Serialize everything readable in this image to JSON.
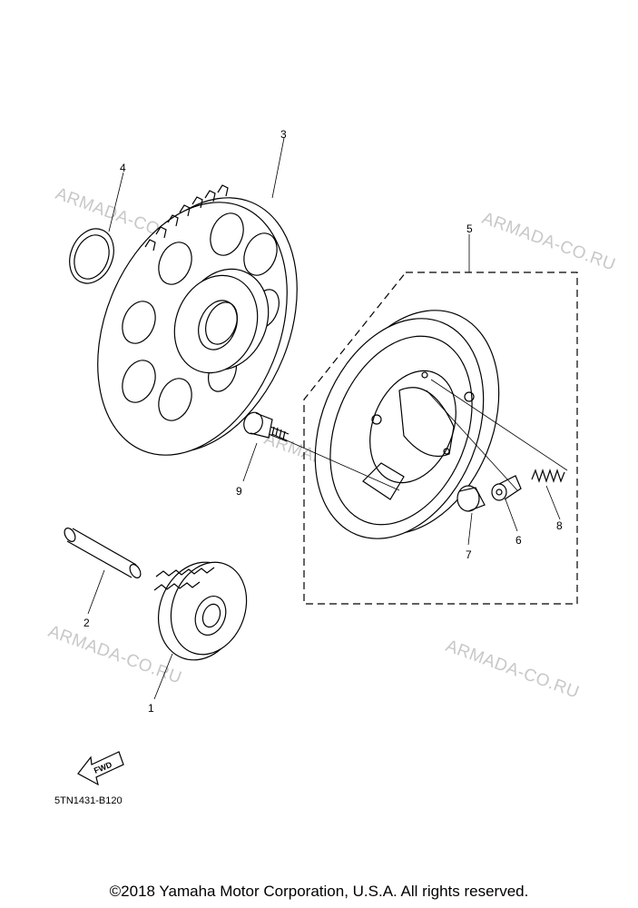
{
  "diagram": {
    "callouts": {
      "p1": "1",
      "p2": "2",
      "p3": "3",
      "p4": "4",
      "p5": "5",
      "p6": "6",
      "p7": "7",
      "p8": "8",
      "p9": "9"
    },
    "diagram_code": "5TN1431-B120",
    "fwd_label": "FWD"
  },
  "watermark": "ARMADA-CO.RU",
  "copyright": "©2018 Yamaha Motor Corporation, U.S.A. All rights reserved."
}
